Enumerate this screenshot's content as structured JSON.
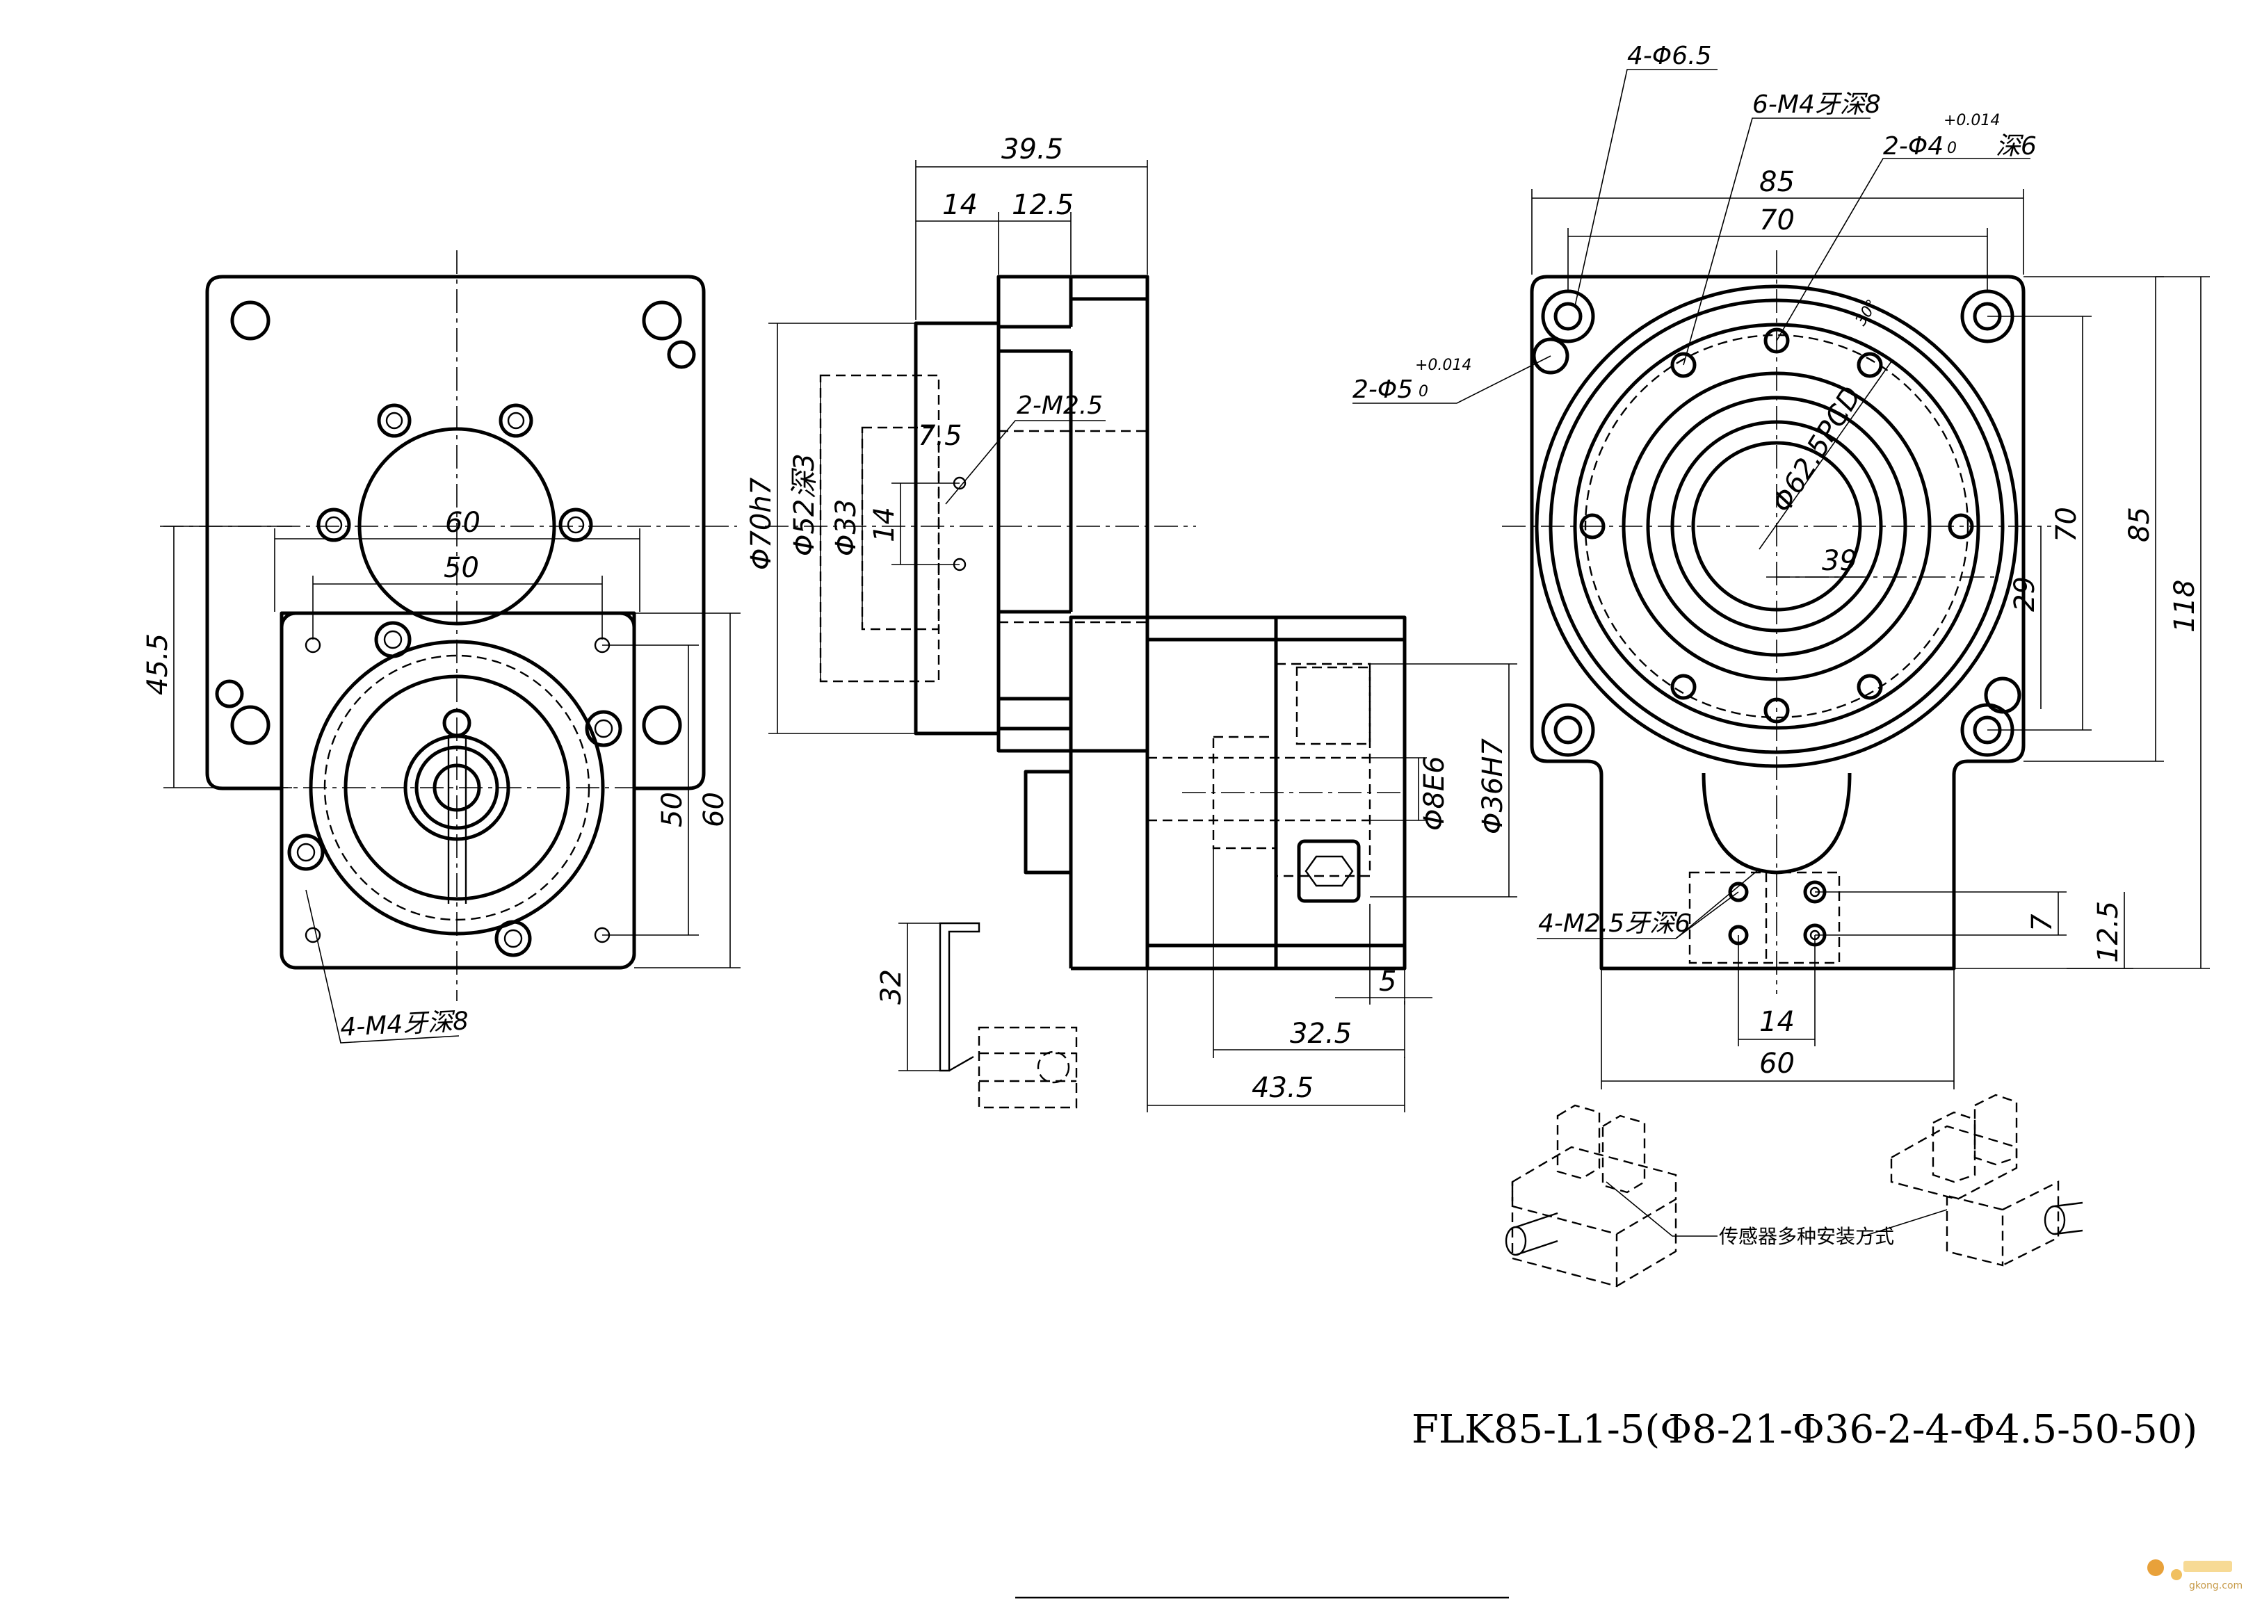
{
  "title": "FLK85-L1-5(Φ8-21-Φ36-2-4-Φ4.5-50-50)",
  "sensor_caption": "传感器多种安装方式",
  "watermark": "gkong.com",
  "front_view": {
    "dims": {
      "d60": "60",
      "d50": "50",
      "d45_5": "45.5",
      "v50": "50",
      "v60": "60"
    },
    "note_m4": "4-M4牙深8"
  },
  "side_view": {
    "dims": {
      "d39_5": "39.5",
      "d14": "14",
      "d12_5": "12.5",
      "d7_5": "7.5",
      "phi70": "Φ70h7",
      "phi52": "Φ52深3",
      "phi33": "Φ33",
      "d14v": "14",
      "phi8": "Φ8E6",
      "phi36": "Φ36H7",
      "d5": "5",
      "d32_5": "32.5",
      "d43_5": "43.5",
      "d32": "32"
    },
    "note_m2_5": "2-M2.5"
  },
  "right_view": {
    "dims": {
      "d85": "85",
      "d70": "70",
      "v70": "70",
      "v85": "85",
      "v118": "118",
      "v29": "29",
      "d39": "39",
      "pcd": "Φ62.5PCD",
      "v7": "7",
      "v12_5": "12.5",
      "d14": "14",
      "d60": "60",
      "deg": "30°"
    },
    "note_holes": "4-Φ6.5",
    "note_m4": "6-M4牙深8",
    "note_pin4": "2-Φ4",
    "note_pin4_tol": "+0.014",
    "note_pin4_tol0": "0",
    "note_pin4_depth": "深6",
    "note_pin5": "2-Φ5",
    "note_pin5_tol": "+0.014",
    "note_pin5_tol0": "0",
    "note_m2_5": "4-M2.5牙深6"
  }
}
